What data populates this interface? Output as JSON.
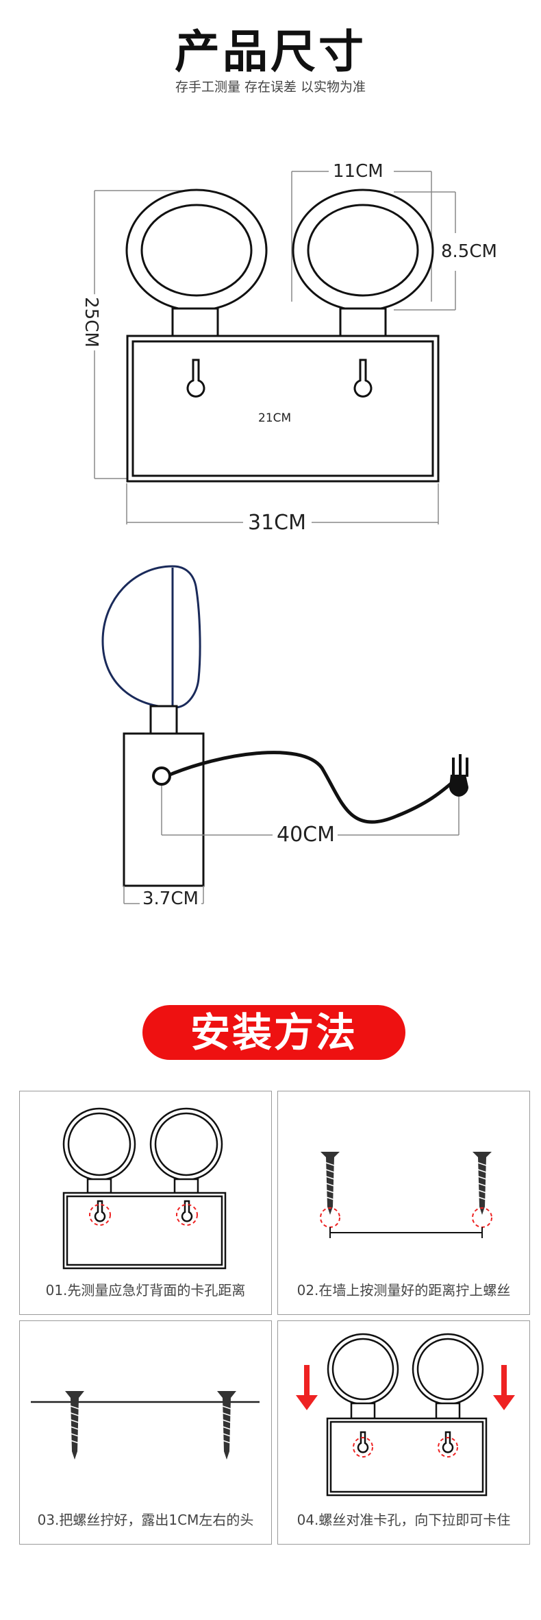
{
  "header": {
    "title": "产品尺寸",
    "subtitle": "存手工测量 存在误差 以实物为准"
  },
  "dimensions": {
    "head_width": "11CM",
    "head_height": "8.5CM",
    "total_height": "25CM",
    "hole_spacing": "21CM",
    "total_width": "31CM",
    "cable_length": "40CM",
    "depth": "3.7CM"
  },
  "install": {
    "banner": "安装方法",
    "steps": [
      {
        "caption": "01.先测量应急灯背面的卡孔距离"
      },
      {
        "caption": "02.在墙上按测量好的距离拧上螺丝"
      },
      {
        "caption": "03.把螺丝拧好，露出1CM左右的头"
      },
      {
        "caption": "04.螺丝对准卡孔，向下拉即可卡住"
      }
    ]
  },
  "colors": {
    "accent": "#ee1111",
    "line": "#111111",
    "dim_line": "#888888"
  }
}
